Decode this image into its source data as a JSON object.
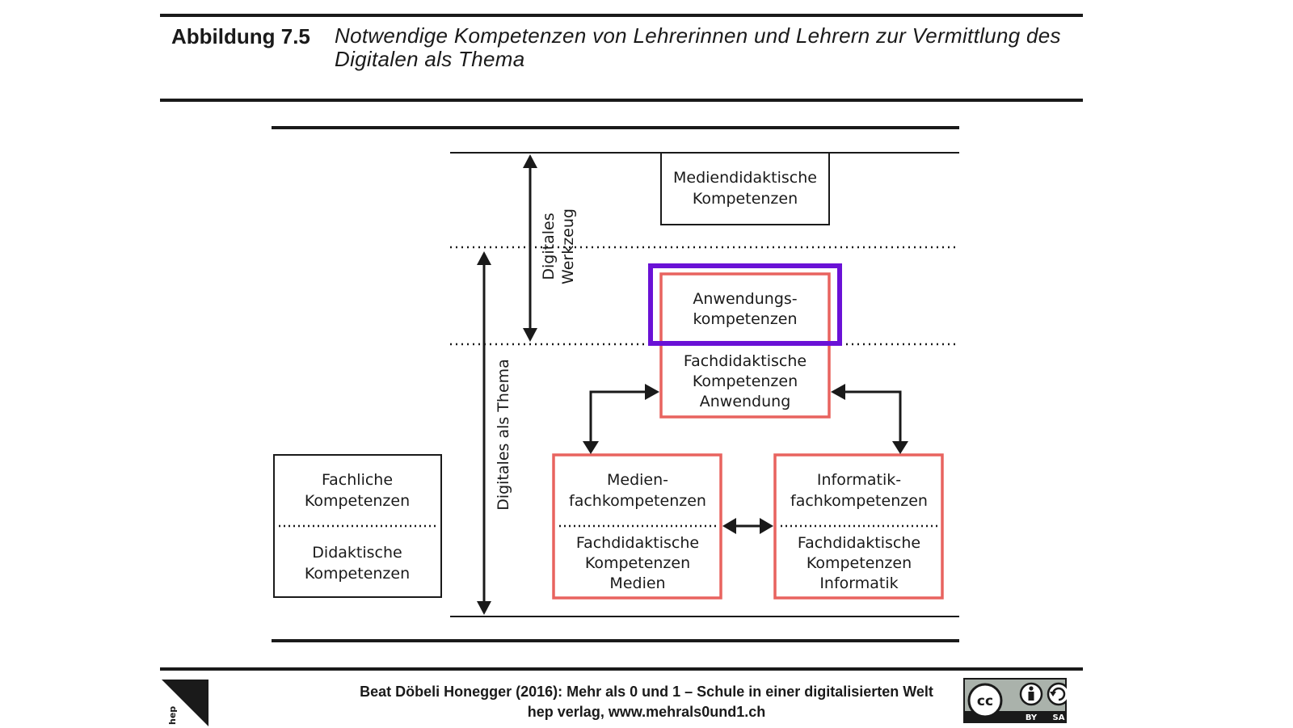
{
  "header": {
    "figure_label": "Abbildung 7.5",
    "figure_title": "Notwendige Kompetenzen von Lehrerinnen und Lehrern zur Vermittlung des Digitalen als Thema"
  },
  "diagram": {
    "boxes": {
      "mediendidaktische": [
        "Mediendidaktische",
        "Kompetenzen"
      ],
      "anwendungs": [
        "Anwendungs-",
        "kompetenzen"
      ],
      "fachdidaktische_anwendung": [
        "Fachdidaktische",
        "Kompetenzen",
        "Anwendung"
      ],
      "fachliche": [
        "Fachliche",
        "Kompetenzen"
      ],
      "didaktische": [
        "Didaktische",
        "Kompetenzen"
      ],
      "medienfach": [
        "Medien-",
        "fachkompetenzen"
      ],
      "fachdidaktische_medien": [
        "Fachdidaktische",
        "Kompetenzen",
        "Medien"
      ],
      "informatikfach": [
        "Informatik-",
        "fachkompetenzen"
      ],
      "fachdidaktische_informatik": [
        "Fachdidaktische",
        "Kompetenzen",
        "Informatik"
      ]
    },
    "axis_labels": {
      "werkzeug": [
        "Digitales",
        "Werkzeug"
      ],
      "thema": "Digitales als Thema"
    },
    "colors": {
      "red_border": "#e8635f",
      "highlight": "#6a11d6",
      "ink": "#1a1a1a"
    }
  },
  "footer": {
    "citation": "Beat Döbeli Honegger (2016): Mehr als 0 und 1 – Schule in einer digitalisierten Welt",
    "publisher": "hep verlag, www.mehrals0und1.ch",
    "logo_text": "hep",
    "license_labels": [
      "BY",
      "SA"
    ],
    "license_icon": "cc-by-sa-icon"
  }
}
